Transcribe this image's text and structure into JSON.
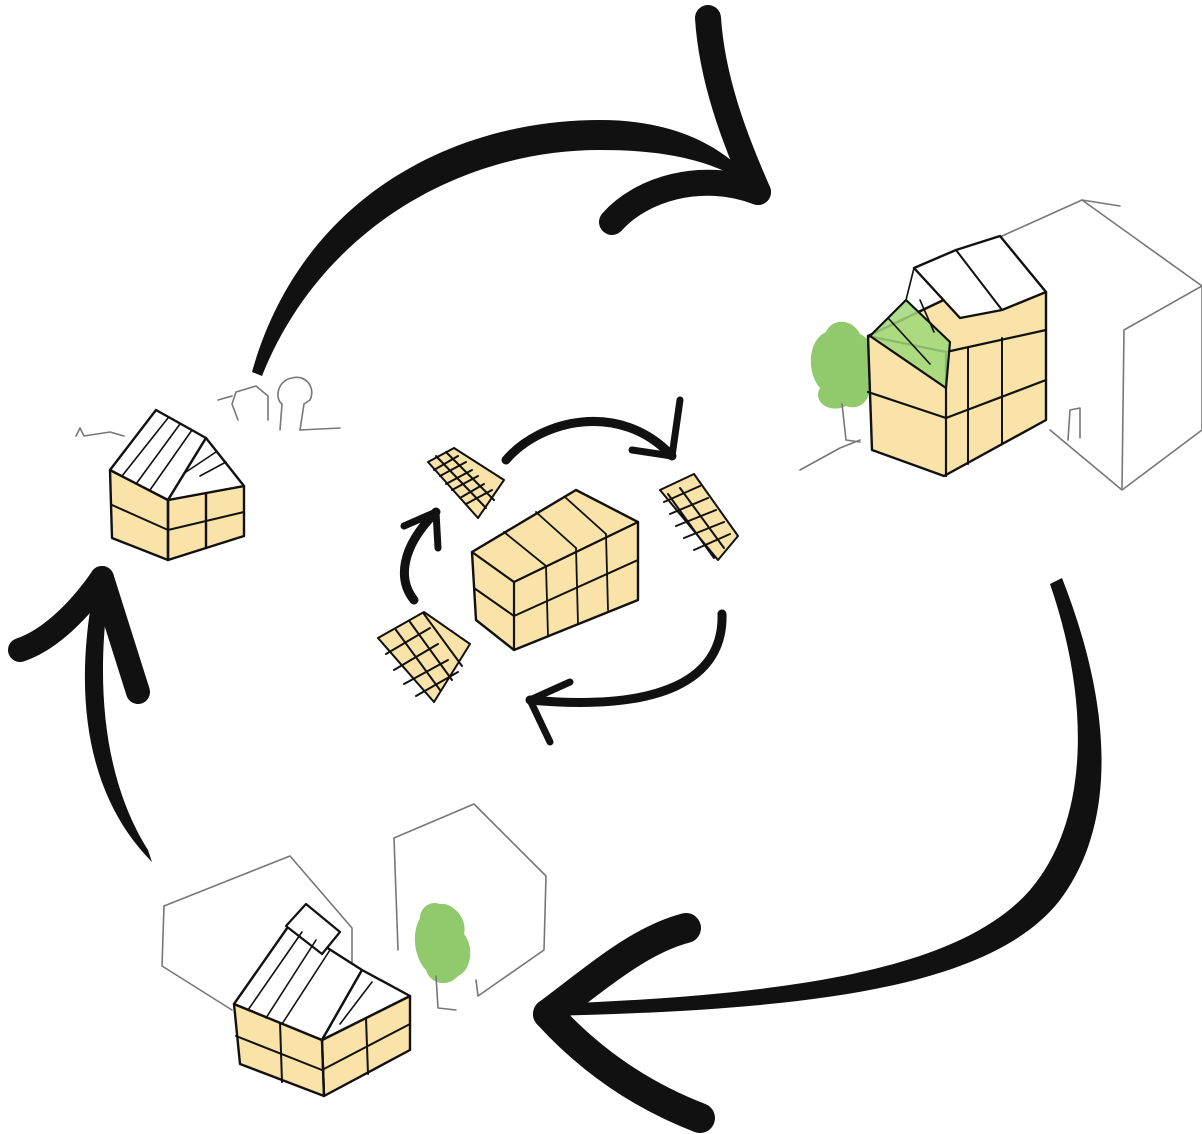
{
  "diagram": {
    "kind": "circular-lifecycle",
    "colors": {
      "arrow": "#111111",
      "timber": "#f9e3a8",
      "tree": "#7cc152",
      "glazing_tint": "#9fd87a",
      "context_line": "#777777"
    },
    "nodes": [
      {
        "id": "small-house",
        "description_icon": "gabled-timber-module-house"
      },
      {
        "id": "extended-house",
        "description_icon": "stacked-timber-modules-building"
      },
      {
        "id": "relocated-house",
        "description_icon": "gabled-house-in-new-context"
      },
      {
        "id": "module-hub",
        "description_icon": "timber-module-stack"
      }
    ],
    "outer_cycle": [
      "small-house",
      "extended-house",
      "relocated-house",
      "small-house"
    ],
    "inner_cycle": [
      "frame-a",
      "frame-b",
      "frame-c",
      "frame-a"
    ]
  }
}
